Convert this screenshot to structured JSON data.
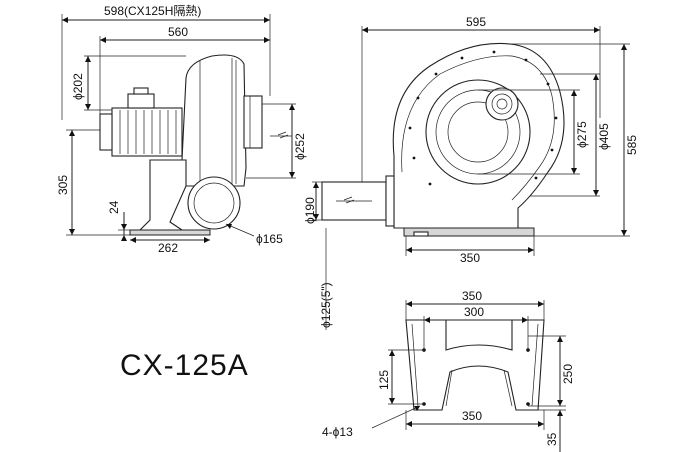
{
  "model_name": "CX-125A",
  "side_view": {
    "overall_width": "598(CX125H隔熱)",
    "body_width": "560",
    "motor_height": "ϕ202",
    "outlet_height": "305",
    "foot_height": "24",
    "base_width": "262",
    "inlet_diameter": "ϕ165",
    "outlet_diameter": "ϕ252"
  },
  "front_view": {
    "overall_width": "595",
    "overall_height": "585",
    "inner_ring": "ϕ275",
    "outer_ring": "ϕ405",
    "duct_size": "ϕ190",
    "duct_pipe": "ϕ125(5\")",
    "base_width": "350"
  },
  "base_view": {
    "outer_width": "350",
    "hole_spacing": "300",
    "bottom_width": "350",
    "hole_height": "125",
    "total_height": "250",
    "foot_thickness": "35",
    "holes": "4-ϕ13"
  }
}
